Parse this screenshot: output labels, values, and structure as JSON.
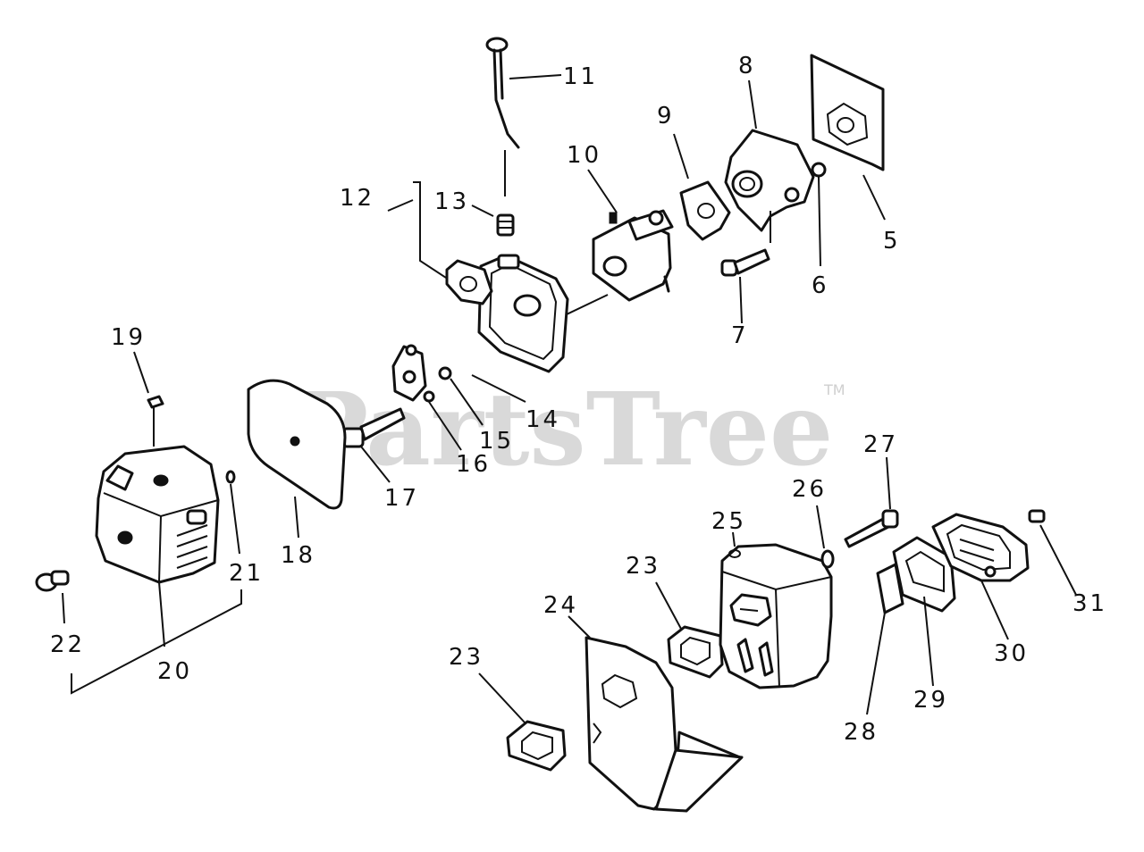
{
  "watermark": {
    "brand": "PartsTree",
    "trademark": "TM"
  },
  "callouts": [
    "11",
    "8",
    "9",
    "10",
    "5",
    "6",
    "7",
    "12",
    "13",
    "14",
    "15",
    "16",
    "17",
    "18",
    "19",
    "20",
    "21",
    "22",
    "23",
    "23",
    "24",
    "25",
    "26",
    "27",
    "28",
    "29",
    "30",
    "31"
  ]
}
